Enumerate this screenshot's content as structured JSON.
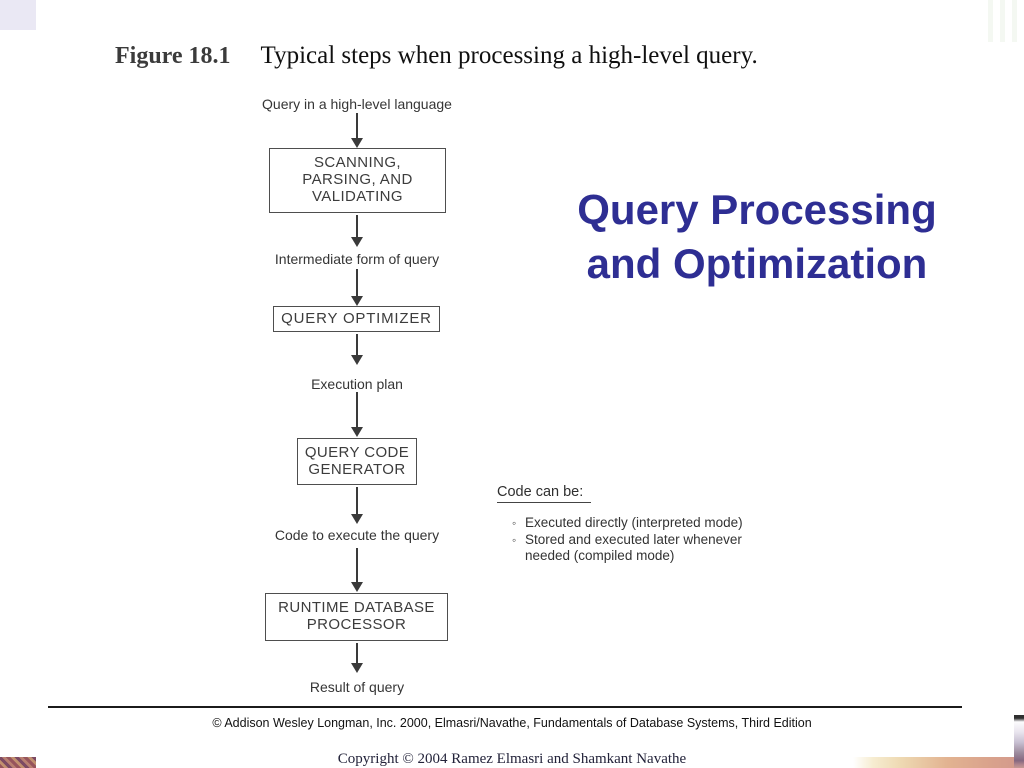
{
  "title": {
    "figure_label": "Figure 18.1",
    "caption": "Typical steps when processing a high-level query."
  },
  "heading": {
    "line1": "Query Processing",
    "line2": "and Optimization",
    "color": "#2e2e93"
  },
  "flowchart": {
    "stage_labels": [
      "Query in a high-level language",
      "Intermediate form of query",
      "Execution plan",
      "Code to execute the query",
      "Result of query"
    ],
    "boxes": [
      {
        "lines": [
          "SCANNING,",
          "PARSING, AND",
          "VALIDATING"
        ]
      },
      {
        "lines": [
          "QUERY OPTIMIZER"
        ]
      },
      {
        "lines": [
          "QUERY CODE",
          "GENERATOR"
        ]
      },
      {
        "lines": [
          "RUNTIME DATABASE",
          "PROCESSOR"
        ]
      }
    ]
  },
  "notes": {
    "heading": "Code can be:",
    "bullet_glyph": "◦",
    "items": [
      "Executed directly (interpreted mode)",
      "Stored and executed later whenever needed (compiled mode)"
    ]
  },
  "footer": {
    "publisher_line": "© Addison Wesley Longman, Inc. 2000, Elmasri/Navathe, Fundamentals of Database Systems, Third Edition",
    "copyright_line": "Copyright © 2004 Ramez Elmasri and Shamkant Navathe"
  }
}
